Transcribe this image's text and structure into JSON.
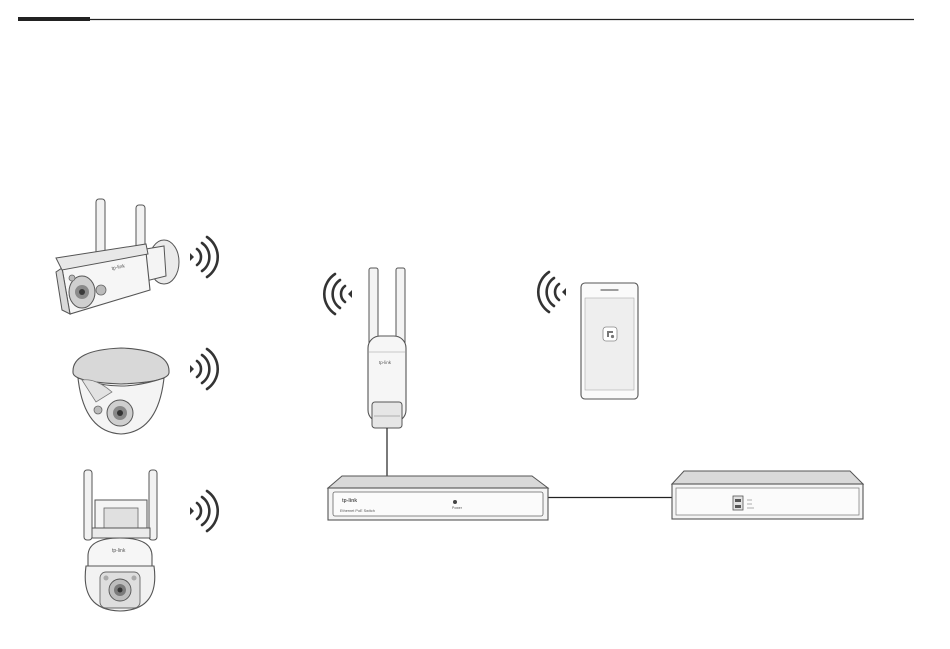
{
  "colors": {
    "line": "#222222",
    "device_fill": "#f4f4f4",
    "device_shade": "#d9d9d9",
    "outline": "#555555",
    "screen": "#eeeeee"
  },
  "icons": {
    "wifi": "wifi-signal-icon",
    "app": "tp-link-app-icon"
  },
  "labels": {
    "switch_brand": "tp-link",
    "switch_model": "Ethernet PoE Switch",
    "switch_power": "Power",
    "ap_brand": "tp-link",
    "camera_brand": "tp-link"
  }
}
